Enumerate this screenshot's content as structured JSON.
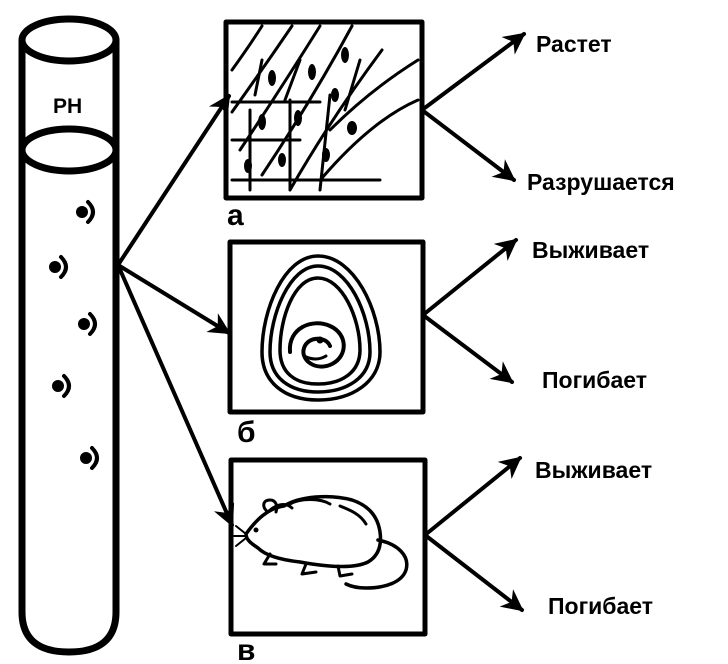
{
  "tube": {
    "label": "PH"
  },
  "panels": [
    {
      "id": "a",
      "letter": "а",
      "outcomes": [
        "Растет",
        "Разрушается"
      ]
    },
    {
      "id": "b",
      "letter": "б",
      "outcomes": [
        "Выживает",
        "Погибает"
      ]
    },
    {
      "id": "c",
      "letter": "в",
      "outcomes": [
        "Выживает",
        "Погибает"
      ]
    }
  ]
}
